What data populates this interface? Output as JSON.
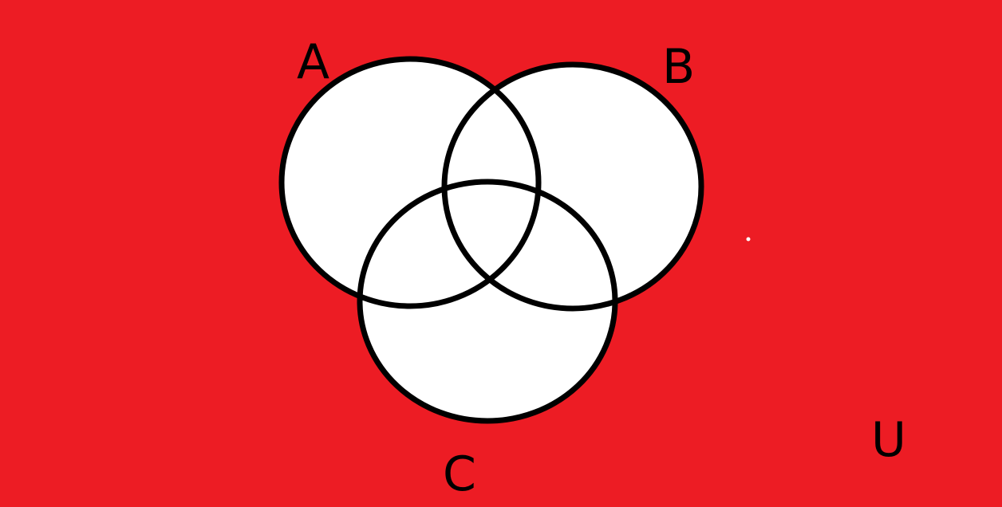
{
  "diagram": {
    "type": "venn-three-set",
    "background_color": "#ed1c24",
    "region_fill_color": "#ffffff",
    "outline_color": "#000000",
    "sets": [
      {
        "label": "A"
      },
      {
        "label": "B"
      },
      {
        "label": "C"
      }
    ],
    "universe_label": "U"
  }
}
